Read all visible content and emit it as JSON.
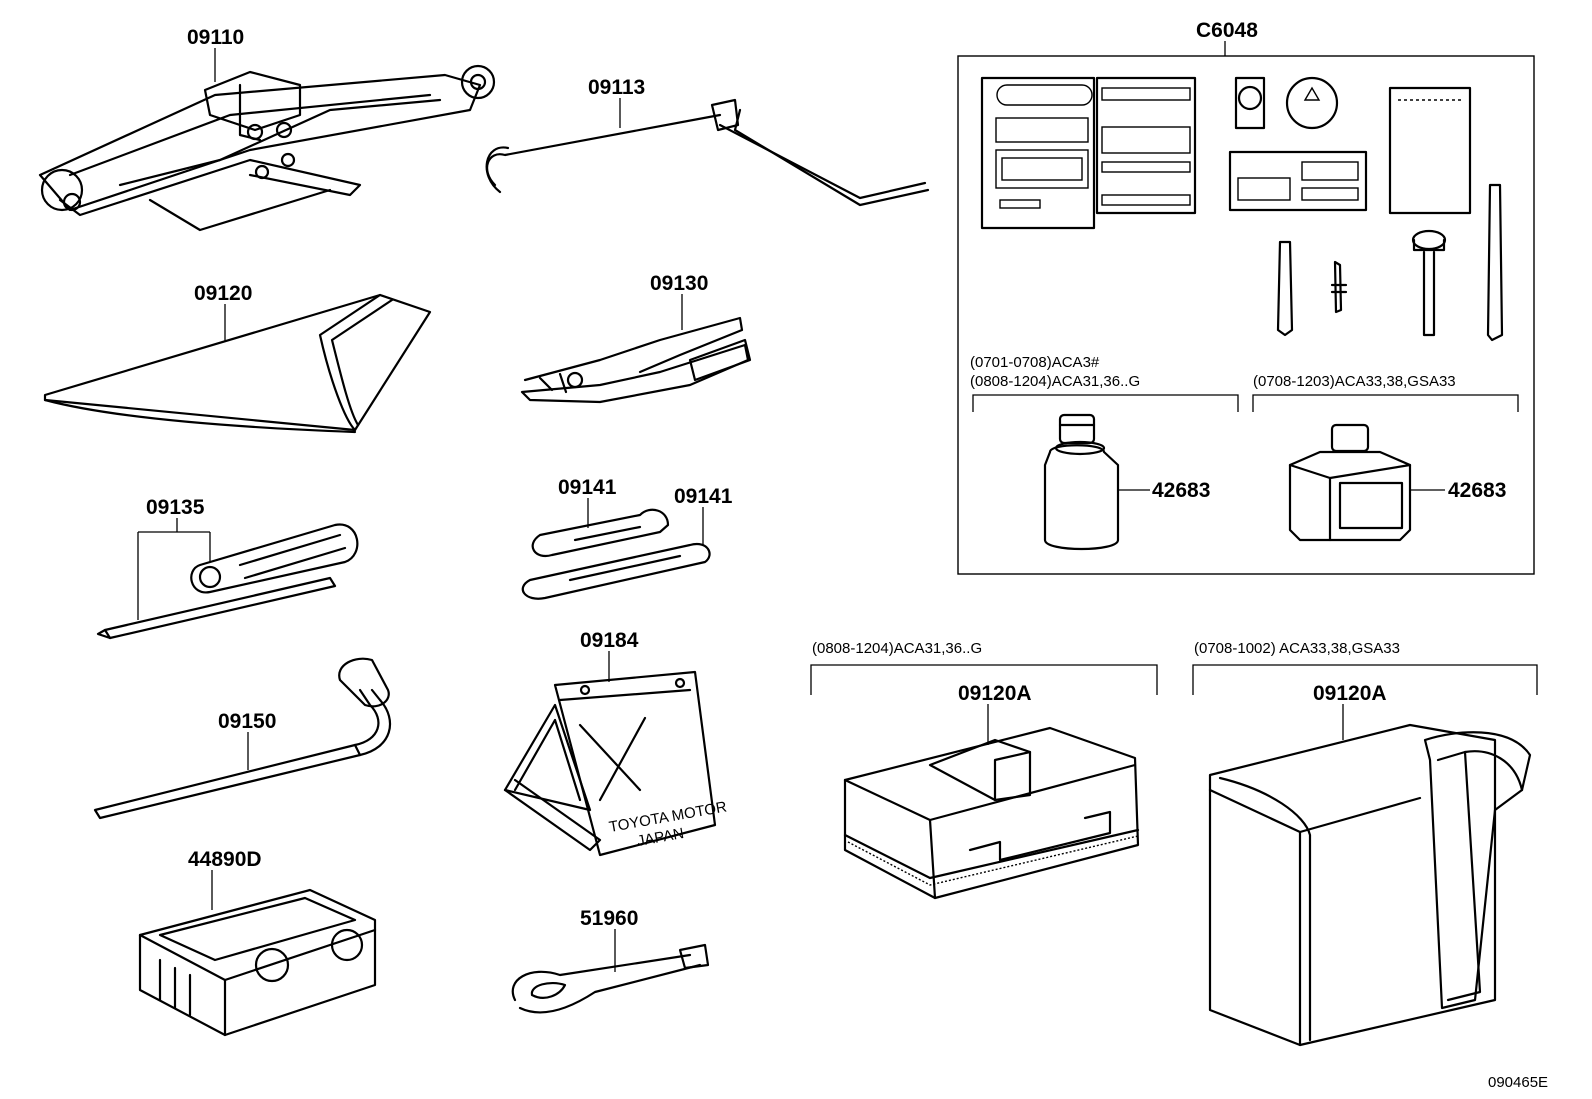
{
  "diagram_id": "090465E",
  "labels": {
    "jack": "09110",
    "jack_handle": "09113",
    "tool_bag": "09120",
    "pliers": "09130",
    "screwdriver": "09135",
    "wrench_a": "09141",
    "wrench_b": "09141",
    "lug_wrench": "09150",
    "warning_triangle": "09184",
    "compressor": "44890D",
    "tow_hook": "51960",
    "repair_kit": "C6048",
    "sealant_bottle": "42683",
    "sealant_tank": "42683",
    "tool_box_a": "09120A",
    "tool_box_b": "09120A"
  },
  "notes": {
    "kit_range_left_1": "(0701-0708)ACA3#",
    "kit_range_left_2": "(0808-1204)ACA31,36..G",
    "kit_range_right": "(0708-1203)ACA33,38,GSA33",
    "box_range_left": "(0808-1204)ACA31,36..G",
    "box_range_right": "(0708-1002) ACA33,38,GSA33"
  },
  "triangle_text": {
    "line1": "TOYOTA MOTOR",
    "line2": "JAPAN"
  }
}
